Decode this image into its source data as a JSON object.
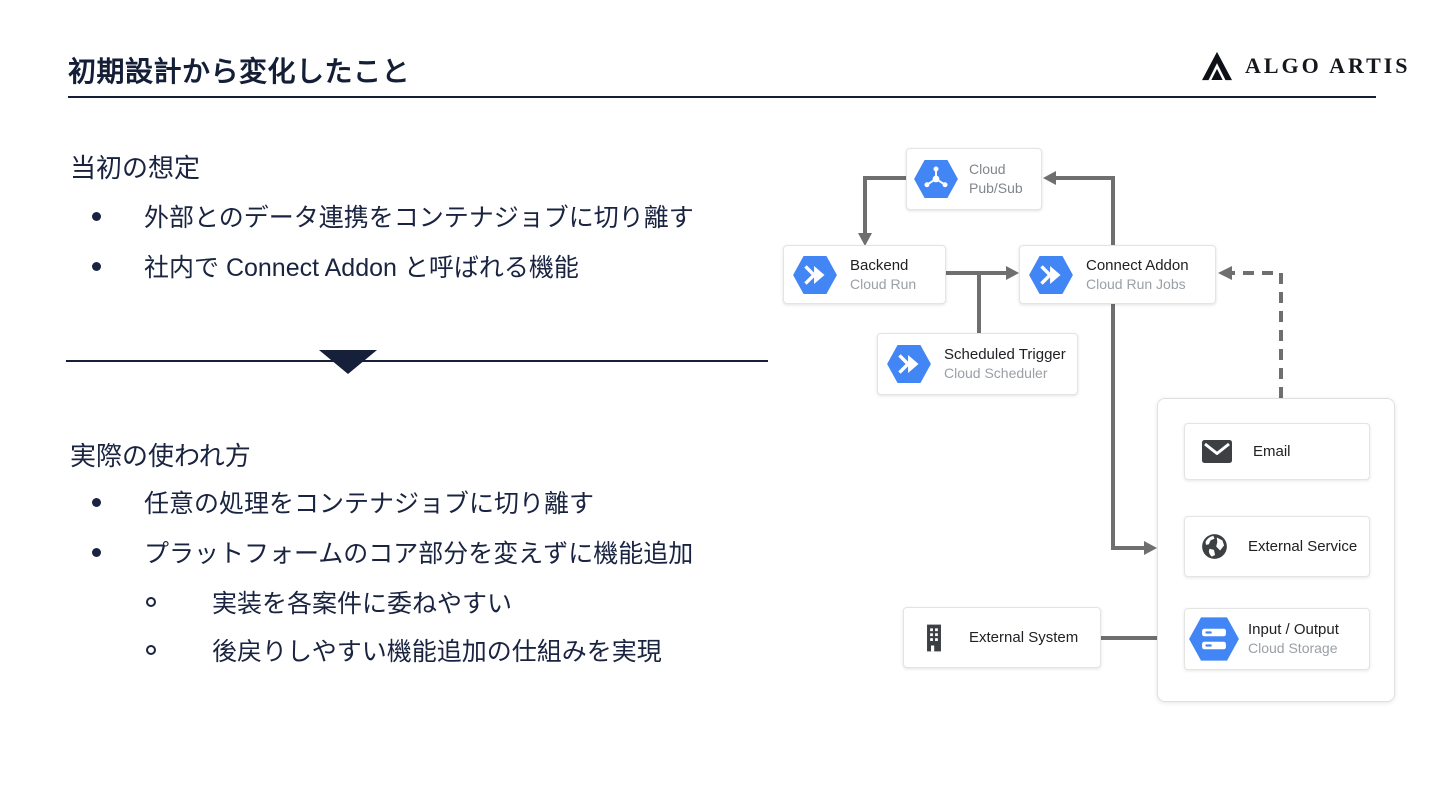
{
  "slide": {
    "title": "初期設計から変化したこと",
    "logo_text": "ALGO ARTIS",
    "before": {
      "heading": "当初の想定",
      "bullets": [
        "外部とのデータ連携をコンテナジョブに切り離す",
        "社内で Connect Addon と呼ばれる機能"
      ]
    },
    "after": {
      "heading": "実際の使われ方",
      "bullets": [
        "任意の処理をコンテナジョブに切り離す",
        "プラットフォームのコア部分を変えずに機能追加"
      ],
      "sub_bullets": [
        "実装を各案件に委ねやすい",
        "後戻りしやすい機能追加の仕組みを実現"
      ]
    }
  },
  "diagram": {
    "nodes": {
      "pubsub": {
        "line1": "Cloud",
        "line2": "Pub/Sub",
        "icon": "cloud-pubsub-icon"
      },
      "backend": {
        "title": "Backend",
        "subtitle": "Cloud Run",
        "icon": "cloud-run-icon"
      },
      "connect_addon": {
        "title": "Connect Addon",
        "subtitle": "Cloud Run Jobs",
        "icon": "cloud-run-icon"
      },
      "scheduled_trigger": {
        "title": "Scheduled Trigger",
        "subtitle": "Cloud Scheduler",
        "icon": "cloud-scheduler-icon"
      },
      "external_system": {
        "label": "External System",
        "icon": "building-icon"
      },
      "email": {
        "label": "Email",
        "icon": "email-icon"
      },
      "external_service": {
        "label": "External Service",
        "icon": "globe-icon"
      },
      "input_output": {
        "title": "Input / Output",
        "subtitle": "Cloud Storage",
        "icon": "cloud-storage-icon"
      }
    }
  },
  "colors": {
    "accent_blue": "#4285F4",
    "connector_gray": "#6F6F6F",
    "heading_navy": "#1A2440",
    "node_title": "#202124",
    "node_subtitle": "#9AA0A6",
    "dark_icon": "#3C4043"
  }
}
